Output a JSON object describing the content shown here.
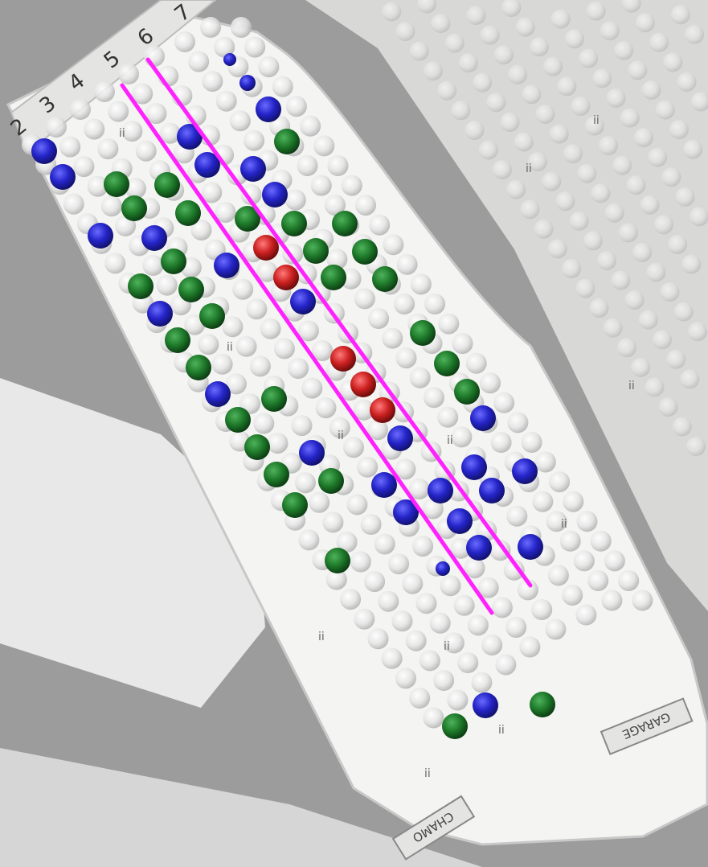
{
  "photo": {
    "row_numbers": [
      "2",
      "3",
      "4",
      "5",
      "6",
      "7"
    ],
    "strip_label_left": "CHAMO",
    "strip_label_right": "GARAGE",
    "cell_marks": [
      "ii",
      "ii",
      "ii",
      "ii",
      "ii",
      "ii",
      "ii",
      "ii",
      "ii",
      "ii",
      "ii",
      "ii"
    ]
  },
  "colors": {
    "background": "#9c9c9c",
    "tray": "#f4f4f2",
    "tray_right": "#d8d8d6",
    "blue_bead": "#2323c8",
    "green_bead": "#1e7a2a",
    "red_bead": "#cc2020",
    "line_marker": "#ff22ff"
  }
}
